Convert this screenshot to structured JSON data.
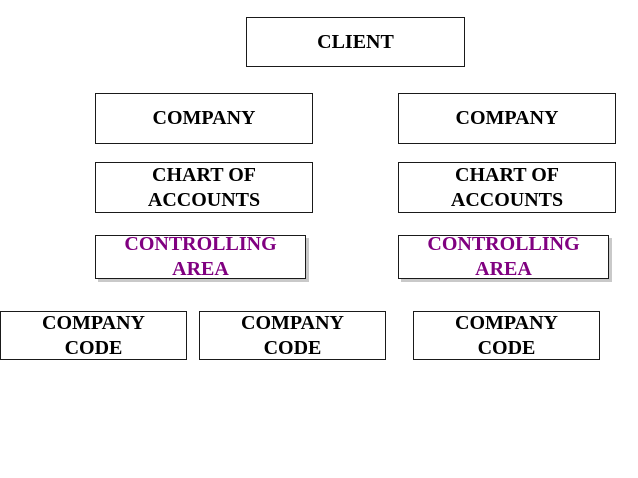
{
  "diagram": {
    "client": {
      "label": "CLIENT"
    },
    "companies": [
      {
        "label": "COMPANY"
      },
      {
        "label": "COMPANY"
      }
    ],
    "charts_of_accounts": [
      {
        "line1": "CHART OF",
        "line2": "ACCOUNTS"
      },
      {
        "line1": "CHART OF",
        "line2": "ACCOUNTS"
      }
    ],
    "controlling_areas": [
      {
        "line1": "CONTROLLING",
        "line2": "AREA"
      },
      {
        "line1": "CONTROLLING",
        "line2": "AREA"
      }
    ],
    "company_codes": [
      {
        "line1": "COMPANY",
        "line2": "CODE"
      },
      {
        "line1": "COMPANY",
        "line2": "CODE"
      },
      {
        "line1": "COMPANY",
        "line2": "CODE"
      }
    ]
  },
  "colors": {
    "text": "#000000",
    "controlling_area_text": "#800080",
    "border": "#1a1a1a",
    "background": "#ffffff"
  }
}
